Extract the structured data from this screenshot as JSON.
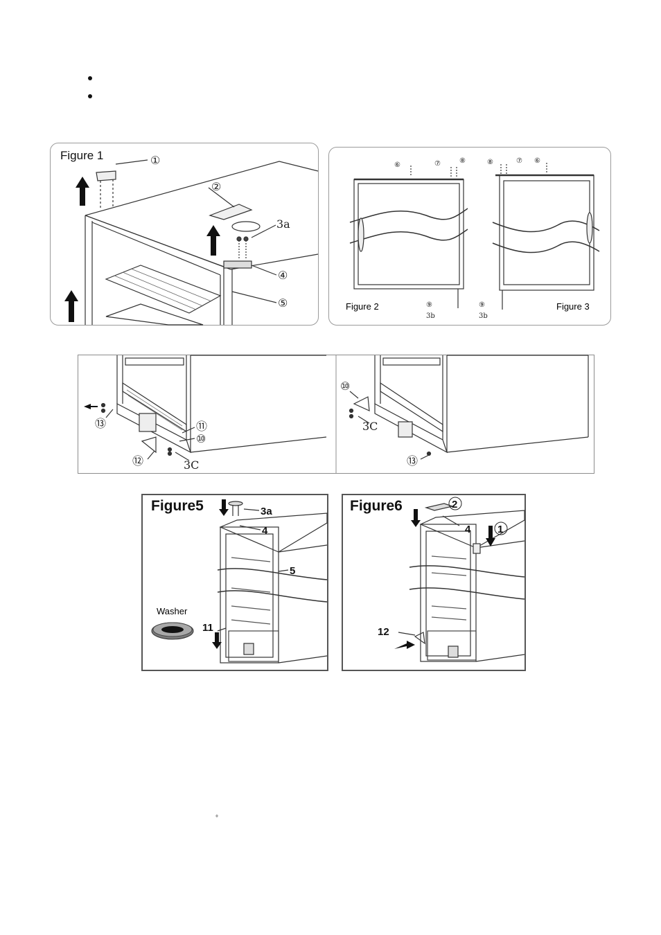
{
  "bullets": [
    "",
    ""
  ],
  "figure1": {
    "title": "Figure 1",
    "callouts": [
      "①",
      "②",
      "3a",
      "④",
      "⑤"
    ]
  },
  "figure23": {
    "title_left": "Figure 2",
    "title_right": "Figure 3",
    "callouts_left": [
      "⑥",
      "⑦",
      "⑧",
      "⑨",
      "3b"
    ],
    "callouts_right": [
      "⑧",
      "⑦",
      "⑥",
      "⑨",
      "3b"
    ]
  },
  "figure4": {
    "callouts_left": [
      "⑬",
      "⑪",
      "⑩",
      "⑫",
      "3C"
    ],
    "callouts_right": [
      "⑩",
      "3C",
      "⑬"
    ]
  },
  "figure5": {
    "title": "Figure5",
    "callouts": [
      "3a",
      "4",
      "5",
      "11"
    ],
    "washer_label": "Washer"
  },
  "figure6": {
    "title": "Figure6",
    "callouts": [
      "2",
      "4",
      "1",
      "12"
    ]
  },
  "footer": {
    "degree_symbol": "°"
  }
}
